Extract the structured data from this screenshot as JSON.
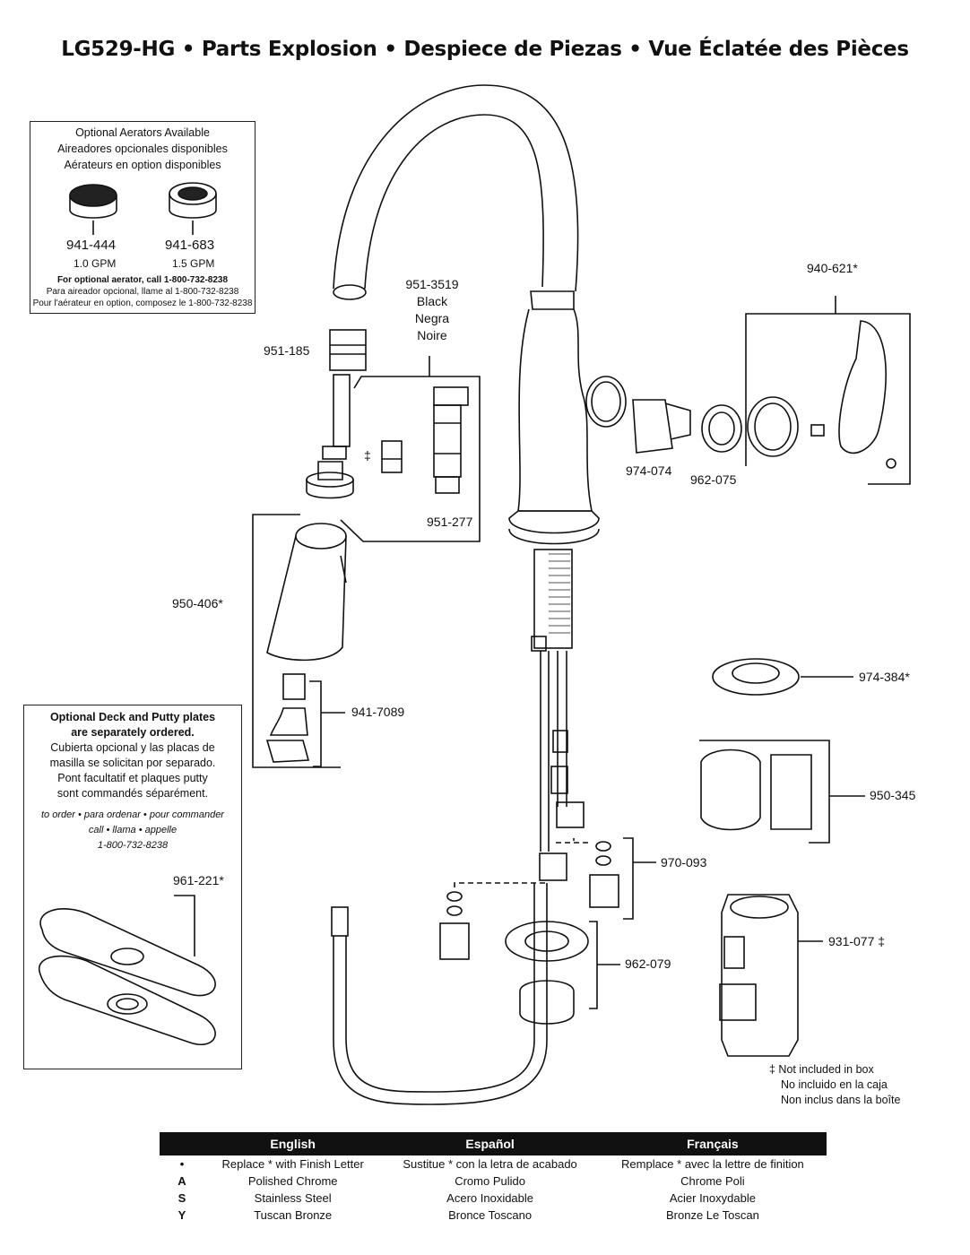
{
  "title": "LG529-HG  •  Parts Explosion  •  Despiece de Piezas  •  Vue Éclatée des Pièces",
  "aerators": {
    "heading": [
      "Optional Aerators Available",
      "Aireadores opcionales disponibles",
      "Aérateurs en option disponibles"
    ],
    "items": [
      {
        "part": "941-444",
        "flow": "1.0 GPM"
      },
      {
        "part": "941-683",
        "flow": "1.5 GPM"
      }
    ],
    "notes": [
      "For optional aerator, call 1-800-732-8238",
      "Para aireador opcional, llame al 1-800-732-8238",
      "Pour l'aérateur en option, composez le 1-800-732-8238"
    ]
  },
  "deck_plates": {
    "heading": [
      "Optional Deck and Putty plates",
      "are separately ordered."
    ],
    "spanish": [
      "Cubierta opcional y las placas de",
      "masilla se solicitan por separado."
    ],
    "french": [
      "Pont facultatif et plaques putty",
      "sont commandés séparément."
    ],
    "order": [
      "to order • para ordenar • pour commander",
      "call • llama • appelle",
      "1-800-732-8238"
    ],
    "part": "961-221*"
  },
  "parts": {
    "p951_3519": [
      "951-3519",
      "Black",
      "Negra",
      "Noire"
    ],
    "p951_185": "951-185",
    "dagger": "‡",
    "p951_277": "951-277",
    "p950_406": "950-406*",
    "p941_7089": "941-7089",
    "p940_621": "940-621*",
    "p974_074": "974-074",
    "p962_075": "962-075",
    "p974_384": "974-384*",
    "p950_345": "950-345",
    "p970_093": "970-093",
    "p962_079": "962-079",
    "p931_077": "931-077  ‡"
  },
  "not_included": [
    "‡  Not included in box",
    "No incluido en la caja",
    "Non inclus dans la boîte"
  ],
  "legend": {
    "headers": [
      "English",
      "Español",
      "Français"
    ],
    "rows": [
      {
        "code": "•",
        "en": "Replace * with Finish Letter",
        "es": "Sustitue * con la letra de acabado",
        "fr": "Remplace * avec la lettre de finition"
      },
      {
        "code": "A",
        "en": "Polished Chrome",
        "es": "Cromo Pulido",
        "fr": "Chrome Poli"
      },
      {
        "code": "S",
        "en": "Stainless Steel",
        "es": "Acero Inoxidable",
        "fr": "Acier Inoxydable"
      },
      {
        "code": "Y",
        "en": "Tuscan Bronze",
        "es": "Bronce Toscano",
        "fr": "Bronze Le Toscan"
      }
    ]
  },
  "colors": {
    "line": "#111111",
    "fill": "#ffffff",
    "shade": "#cfcfcf"
  }
}
